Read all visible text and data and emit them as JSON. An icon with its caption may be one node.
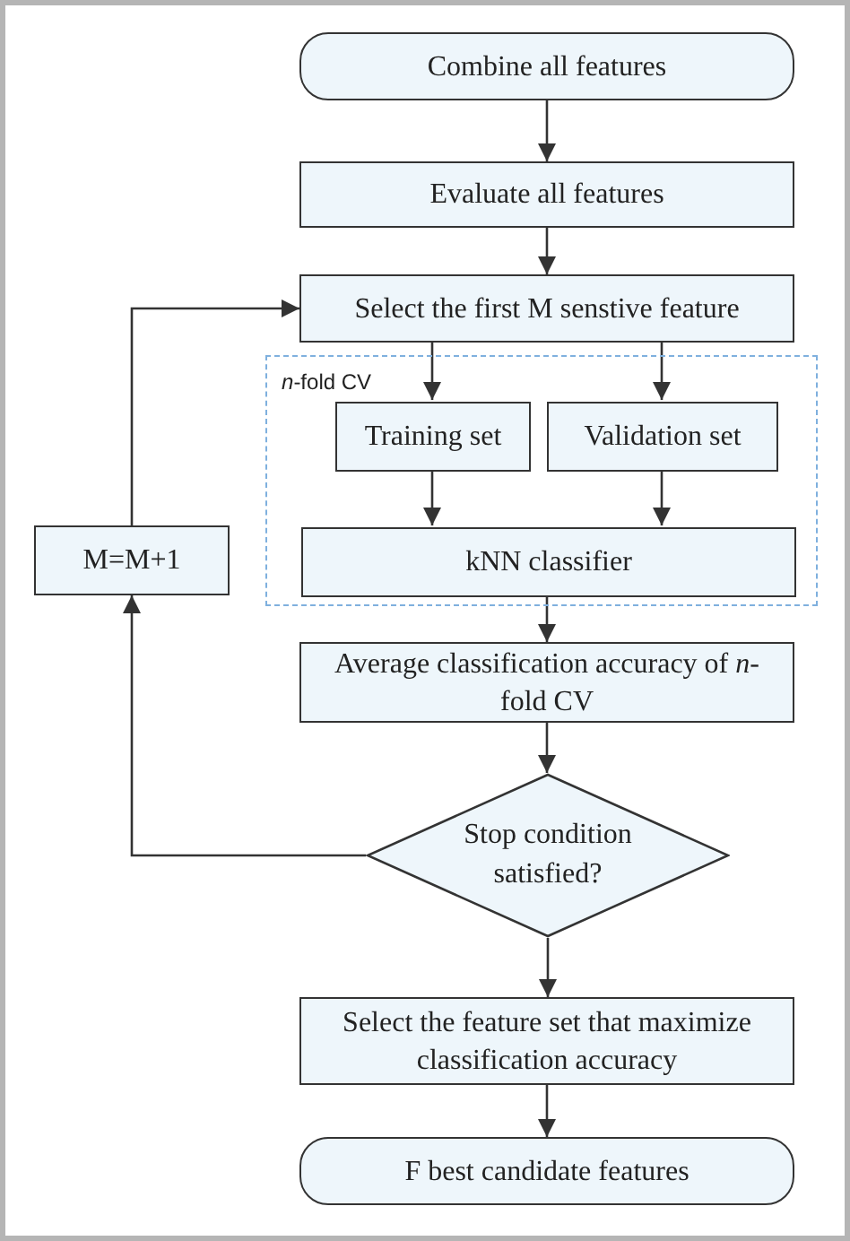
{
  "diagram": {
    "nodes": [
      {
        "text": [
          "Combine all features"
        ]
      },
      {
        "text": [
          "Evaluate all features"
        ]
      },
      {
        "text": [
          "Select the first M senstive feature"
        ]
      },
      {
        "text": [
          "*n*-fold CV"
        ]
      },
      {
        "text": [
          "Training set"
        ],
        "in": 3
      },
      {
        "text": [
          "Validation set"
        ],
        "in": 3
      },
      {
        "text": [
          "kNN classifier"
        ],
        "in": 3
      },
      {
        "text": [
          "M=M+1"
        ]
      },
      {
        "text": [
          "Average classification accuracy of *n*-fold CV"
        ]
      },
      {
        "text": [
          "Stop condition satisfied?"
        ]
      },
      {
        "text": [
          "Select the feature set that maximize classification accuracy"
        ]
      },
      {
        "text": [
          "F best candidate features"
        ]
      }
    ],
    "edges": [
      {
        "from": 0,
        "to": 1,
        "arrow": "to"
      },
      {
        "from": 1,
        "to": 2,
        "arrow": "to"
      },
      {
        "from": 2,
        "to": 4,
        "arrow": "to"
      },
      {
        "from": 2,
        "to": 5,
        "arrow": "to"
      },
      {
        "from": 4,
        "to": 6,
        "arrow": "to"
      },
      {
        "from": 5,
        "to": 6,
        "arrow": "to"
      },
      {
        "from": 6,
        "to": 8,
        "arrow": "to"
      },
      {
        "from": 8,
        "to": 9,
        "arrow": "to"
      },
      {
        "from": 9,
        "to": 7,
        "arrow": "to"
      },
      {
        "from": 7,
        "to": 2,
        "arrow": "to"
      },
      {
        "from": 9,
        "to": 10,
        "arrow": "to"
      },
      {
        "from": 10,
        "to": 11,
        "arrow": "to"
      }
    ]
  }
}
